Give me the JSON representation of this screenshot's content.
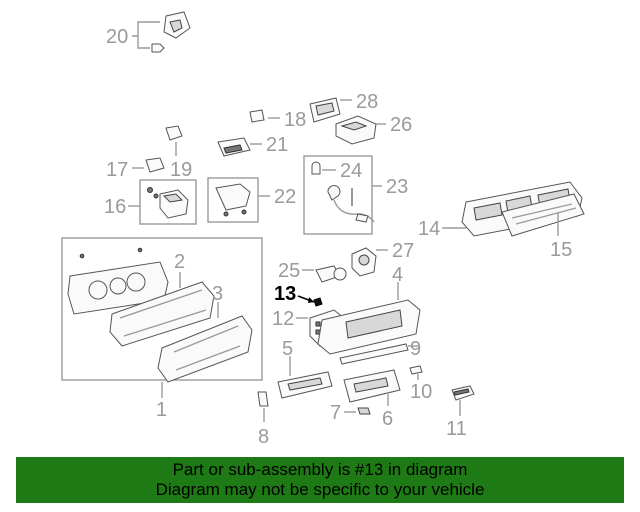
{
  "callouts": [
    {
      "id": "1",
      "text": "1"
    },
    {
      "id": "2",
      "text": "2"
    },
    {
      "id": "3",
      "text": "3"
    },
    {
      "id": "4",
      "text": "4"
    },
    {
      "id": "5",
      "text": "5"
    },
    {
      "id": "6",
      "text": "6"
    },
    {
      "id": "7",
      "text": "7"
    },
    {
      "id": "8",
      "text": "8"
    },
    {
      "id": "9",
      "text": "9"
    },
    {
      "id": "10",
      "text": "10"
    },
    {
      "id": "11",
      "text": "11"
    },
    {
      "id": "12",
      "text": "12"
    },
    {
      "id": "13",
      "text": "13"
    },
    {
      "id": "14",
      "text": "14"
    },
    {
      "id": "15",
      "text": "15"
    },
    {
      "id": "16",
      "text": "16"
    },
    {
      "id": "17",
      "text": "17"
    },
    {
      "id": "18",
      "text": "18"
    },
    {
      "id": "19",
      "text": "19"
    },
    {
      "id": "20",
      "text": "20"
    },
    {
      "id": "21",
      "text": "21"
    },
    {
      "id": "22",
      "text": "22"
    },
    {
      "id": "23",
      "text": "23"
    },
    {
      "id": "24",
      "text": "24"
    },
    {
      "id": "25",
      "text": "25"
    },
    {
      "id": "26",
      "text": "26"
    },
    {
      "id": "27",
      "text": "27"
    },
    {
      "id": "28",
      "text": "28"
    }
  ],
  "highlighted_part": "13",
  "banner": {
    "line1": "Part or sub-assembly is #13 in diagram",
    "line2": "Diagram may not be specific to your vehicle",
    "color": "#1e7a14"
  }
}
